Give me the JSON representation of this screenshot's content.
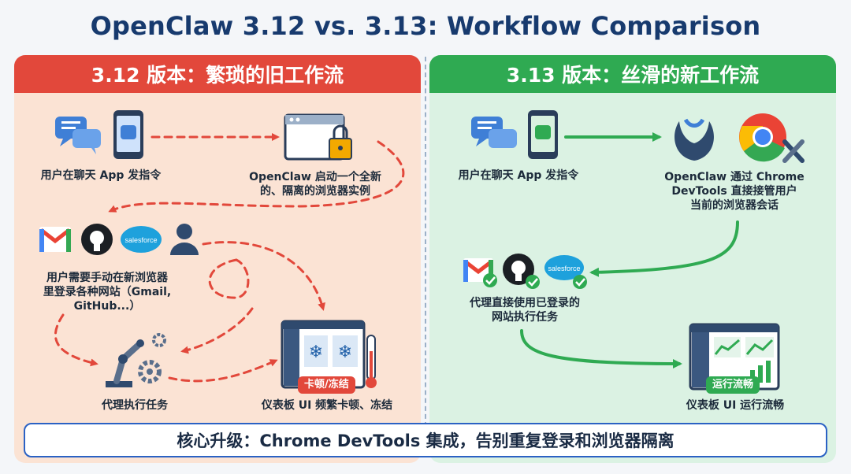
{
  "title": "OpenClaw 3.12 vs. 3.13: Workflow Comparison",
  "left": {
    "header": "3.12 版本：繁琐的旧工作流",
    "step1": "用户在聊天 App 发指令",
    "step2": "OpenClaw 启动一个全新\n的、隔离的浏览器实例",
    "step3": "用户需要手动在新浏览器\n里登录各种网站（Gmail,\nGitHub...）",
    "step4": "代理执行任务",
    "step5": "仪表板 UI 频繁卡顿、冻结",
    "badge": "卡顿/冻结",
    "salesforce": "salesforce"
  },
  "right": {
    "header": "3.13 版本：丝滑的新工作流",
    "step1": "用户在聊天 App 发指令",
    "step2": "OpenClaw 通过 Chrome\nDevTools 直接接管用户\n当前的浏览器会话",
    "step3": "代理直接使用已登录的\n网站执行任务",
    "step4": "仪表板 UI 运行流畅",
    "badge": "运行流畅",
    "salesforce": "salesforce"
  },
  "footer": "核心升级：Chrome DevTools 集成，告别重复登录和浏览器隔离",
  "colors": {
    "red": "#e2483b",
    "green": "#2faa52",
    "navy": "#173a6e"
  }
}
